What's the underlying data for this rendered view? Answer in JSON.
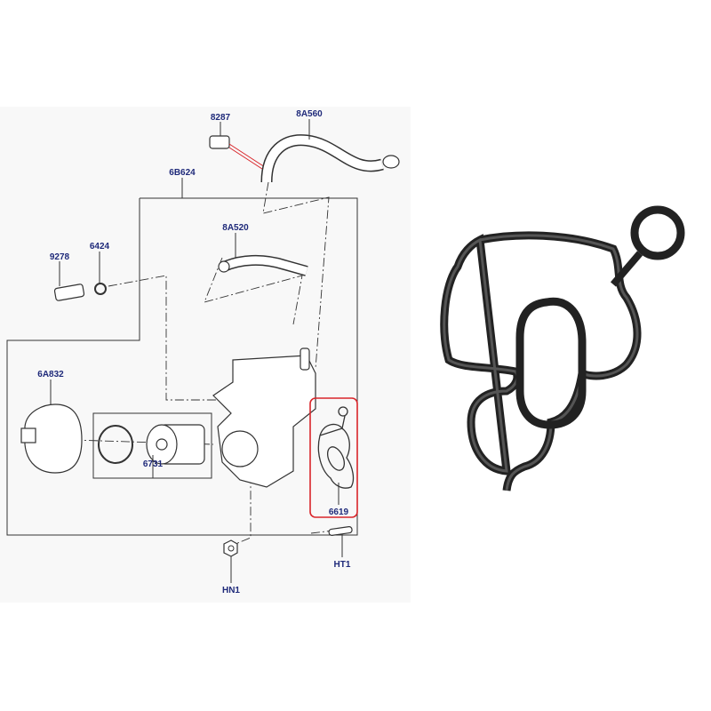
{
  "diagram": {
    "labels": {
      "clamp": "8287",
      "hose_upper": "8A560",
      "assembly": "6B624",
      "hose_lower": "8A520",
      "sensor": "9278",
      "o_ring": "6424",
      "filter_cap": "6A832",
      "filter_element": "6731",
      "gasket": "6619",
      "stud": "HT1",
      "nut": "HN1"
    },
    "colors": {
      "label": "#1f2a7a",
      "highlight": "#d9252a",
      "gasket": "#222222",
      "diagram_bg": "#f8f8f8"
    }
  }
}
